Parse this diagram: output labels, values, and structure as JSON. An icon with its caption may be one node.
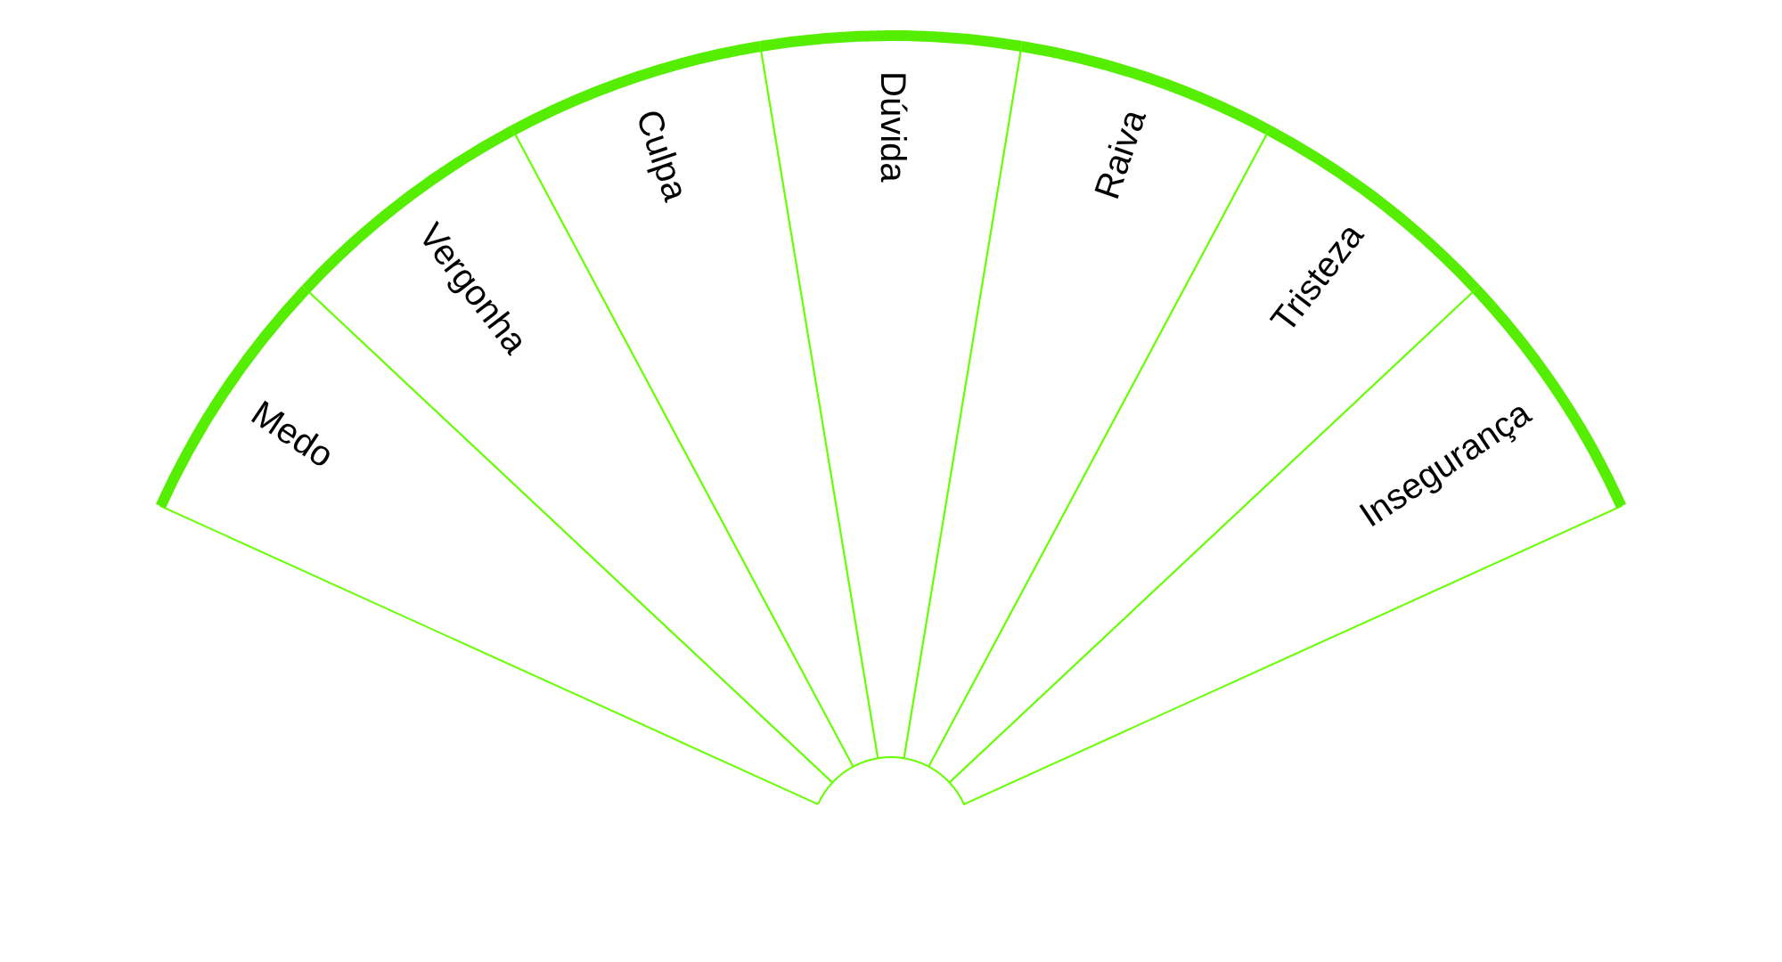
{
  "diagram": {
    "nodes": [
      {
        "text": [
          "Medo"
        ]
      },
      {
        "text": [
          "Vergonha"
        ]
      },
      {
        "text": [
          "Culpa"
        ]
      },
      {
        "text": [
          "Dúvida"
        ]
      },
      {
        "text": [
          "Raiva"
        ]
      },
      {
        "text": [
          "Tristeza"
        ]
      },
      {
        "text": [
          "Insegurança"
        ]
      }
    ]
  }
}
